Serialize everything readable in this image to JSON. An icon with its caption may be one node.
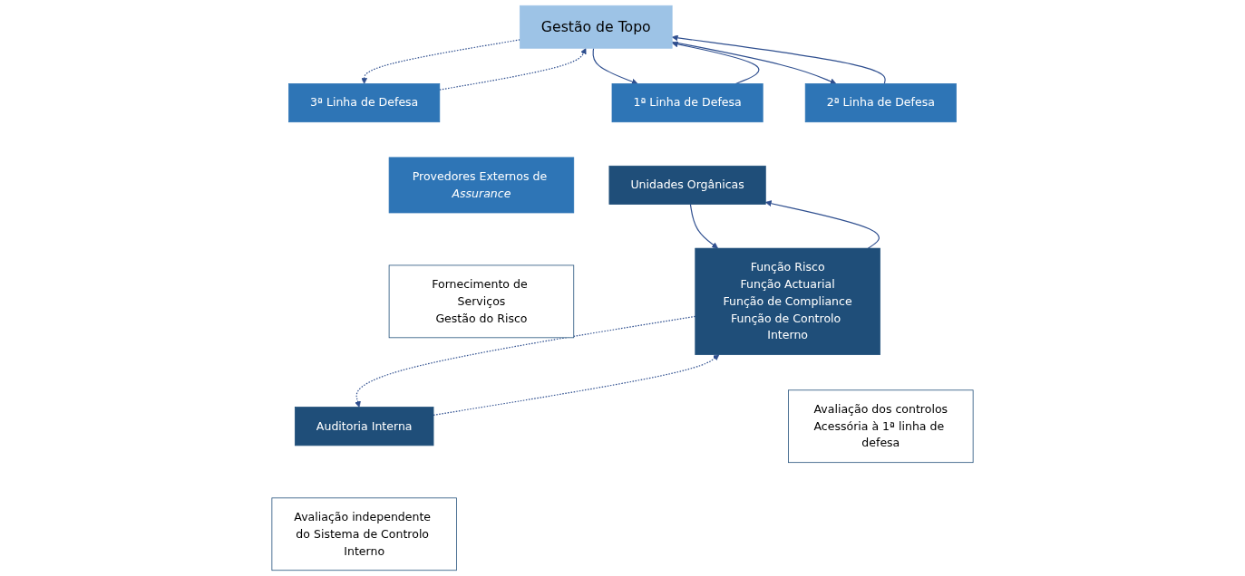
{
  "diagram": {
    "nodes": [
      {
        "text": [
          "Gestão de Topo"
        ]
      },
      {
        "text": [
          "1ª Linha de Defesa"
        ]
      },
      {
        "text": [
          "2ª Linha de Defesa"
        ]
      },
      {
        "text": [
          "3ª Linha de Defesa"
        ]
      },
      {
        "text": [
          "Unidades Orgânicas"
        ]
      },
      {
        "text": [
          "Função Risco",
          "Função Actuarial",
          "Função de Compliance",
          "Função de Controlo Interno"
        ]
      },
      {
        "text": [
          "Auditoria Interna"
        ]
      },
      {
        "text": [
          "Fornecimento de Serviços",
          "Gestão do Risco"
        ]
      },
      {
        "text": [
          "Avaliação dos controlos",
          "Acessória à 1ª linha de defesa"
        ]
      },
      {
        "text": [
          "Avaliação independente do Sistema de Controlo Interno"
        ]
      },
      {
        "text": [
          "Provedores Externos de *Assurance*"
        ]
      }
    ],
    "edges": [
      {
        "from": 1,
        "to": 0,
        "arrow": "to"
      },
      {
        "from": 0,
        "to": 1,
        "arrow": "to"
      },
      {
        "from": 2,
        "to": 0,
        "arrow": "to"
      },
      {
        "from": 0,
        "to": 2,
        "arrow": "to"
      },
      {
        "from": 3,
        "to": 0,
        "arrow": "to",
        "style": "dashed"
      },
      {
        "from": 0,
        "to": 3,
        "arrow": "to",
        "style": "dashed"
      },
      {
        "from": 4,
        "to": 5,
        "arrow": "to"
      },
      {
        "from": 5,
        "to": 4,
        "arrow": "to"
      },
      {
        "from": 5,
        "to": 6,
        "arrow": "to",
        "style": "dashed"
      },
      {
        "from": 6,
        "to": 5,
        "arrow": "to",
        "style": "dashed"
      }
    ]
  }
}
